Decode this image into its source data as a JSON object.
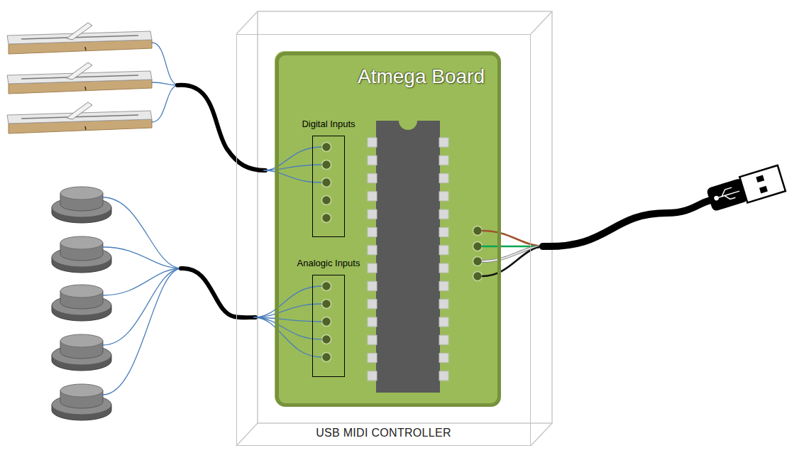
{
  "diagram": {
    "nodes": [
      {
        "text": [
          "USB MIDI CONTROLLER"
        ]
      },
      {
        "text": [
          "Atmega Board"
        ],
        "in": 0
      },
      {
        "text": [
          "Digital Inputs"
        ],
        "in": 1
      },
      {
        "text": [
          "Analogic Inputs"
        ],
        "in": 1
      }
    ]
  }
}
